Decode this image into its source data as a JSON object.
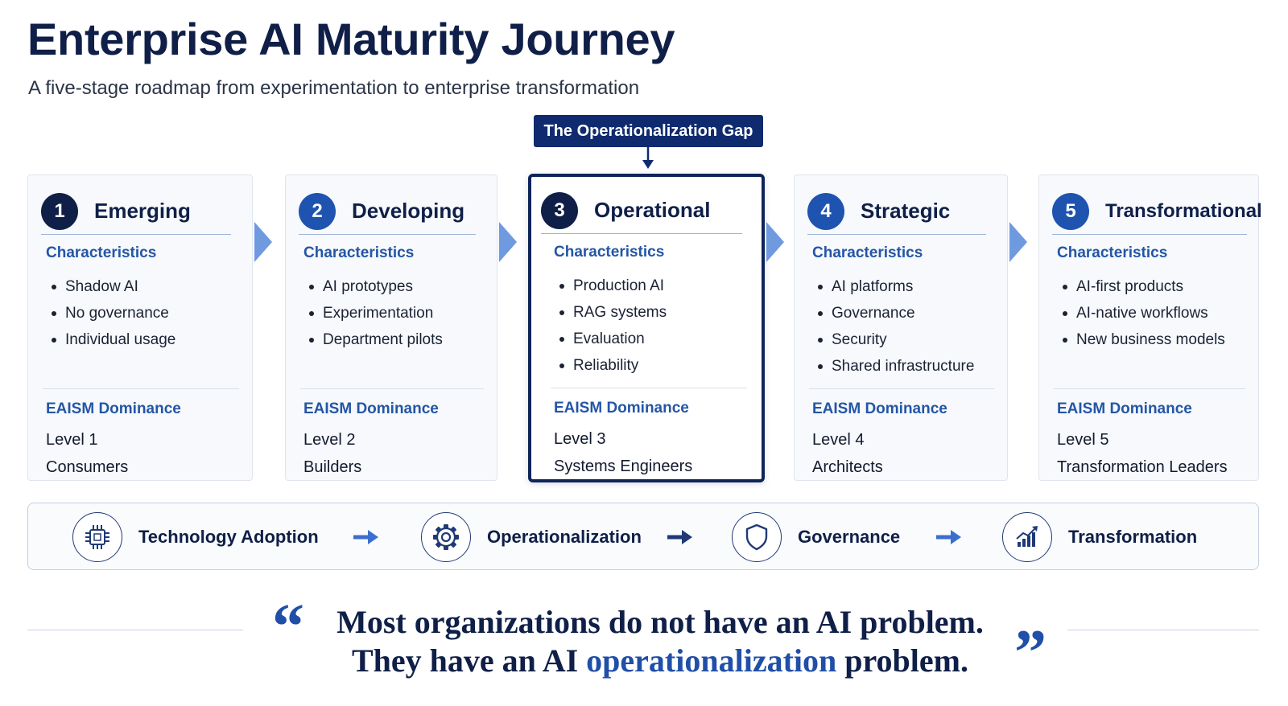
{
  "header": {
    "title": "Enterprise AI Maturity Journey",
    "subtitle": "A five-stage roadmap from experimentation to enterprise transformation"
  },
  "gap_badge": "The Operationalization Gap",
  "stages": [
    {
      "number": "1",
      "name": "Emerging",
      "characteristics_label": "Characteristics",
      "characteristics": [
        "Shadow AI",
        "No governance",
        "Individual usage"
      ],
      "dominance_label": "EAISM Dominance",
      "level": "Level 1",
      "role": "Consumers"
    },
    {
      "number": "2",
      "name": "Developing",
      "characteristics_label": "Characteristics",
      "characteristics": [
        "AI prototypes",
        "Experimentation",
        "Department pilots"
      ],
      "dominance_label": "EAISM Dominance",
      "level": "Level 2",
      "role": "Builders"
    },
    {
      "number": "3",
      "name": "Operational",
      "characteristics_label": "Characteristics",
      "characteristics": [
        "Production AI",
        "RAG systems",
        "Evaluation",
        "Reliability"
      ],
      "dominance_label": "EAISM Dominance",
      "level": "Level 3",
      "role": "Systems Engineers"
    },
    {
      "number": "4",
      "name": "Strategic",
      "characteristics_label": "Characteristics",
      "characteristics": [
        "AI platforms",
        "Governance",
        "Security",
        "Shared infrastructure"
      ],
      "dominance_label": "EAISM Dominance",
      "level": "Level 4",
      "role": "Architects"
    },
    {
      "number": "5",
      "name": "Transformational",
      "characteristics_label": "Characteristics",
      "characteristics": [
        "AI-first products",
        "AI-native workflows",
        "New business models"
      ],
      "dominance_label": "EAISM Dominance",
      "level": "Level 5",
      "role": "Transformation Leaders"
    }
  ],
  "process": [
    {
      "label": "Technology Adoption",
      "icon": "chip-icon"
    },
    {
      "label": "Operationalization",
      "icon": "gear-icon"
    },
    {
      "label": "Governance",
      "icon": "shield-icon"
    },
    {
      "label": "Transformation",
      "icon": "growth-chart-icon"
    }
  ],
  "quote": {
    "line1": "Most organizations do not have an AI problem.",
    "line2_prefix": "They have an AI",
    "line2_highlight": "operationalization",
    "line2_suffix": "problem."
  },
  "colors": {
    "navy": "#0f1f48",
    "accent_blue": "#2456a6",
    "badge": "#0f2a6e",
    "chevron": "#6f9ae0"
  }
}
